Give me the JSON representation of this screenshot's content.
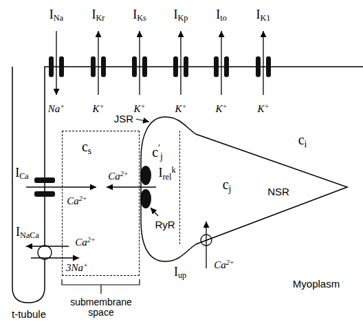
{
  "diagram": {
    "nodes": [
      {
        "text": [
          "cs"
        ]
      },
      {
        "text": [
          "cj",
          "NSR"
        ]
      },
      {
        "text": [
          "c′j"
        ],
        "in": 1
      }
    ],
    "edges": [
      {
        "from": 2,
        "to": 0,
        "arrow": "to",
        "label": "Irelk"
      }
    ],
    "labels": [
      "INa",
      "IKr",
      "IKs",
      "IKp",
      "Ito",
      "IK1",
      "Na+",
      "K+",
      "K+",
      "K+",
      "K+",
      "K+",
      "ci",
      "JSR",
      "ICa",
      "Ca2+",
      "Ca2+",
      "RyR",
      "INaCa",
      "Ca2+",
      "3Na+",
      "Iup",
      "Ca2+",
      "Myoplasm",
      "submembrane space",
      "t-tubule"
    ]
  }
}
